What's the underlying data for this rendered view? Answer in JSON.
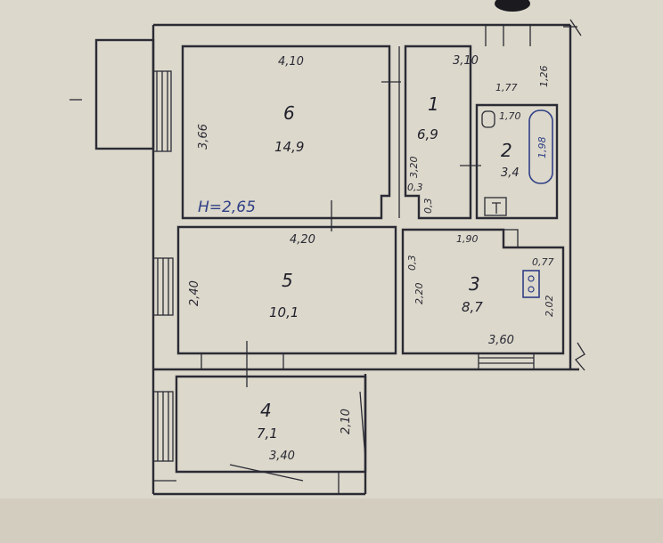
{
  "plan": {
    "ceiling_height": "H=2,65",
    "rooms": [
      {
        "id": "6",
        "number": "6",
        "area": "14,9",
        "width": "4,10",
        "height": "3,66"
      },
      {
        "id": "5",
        "number": "5",
        "area": "10,1",
        "width": "4,20",
        "height": "2,40"
      },
      {
        "id": "4",
        "number": "4",
        "area": "7,1",
        "width": "3,40",
        "height": "2,10"
      },
      {
        "id": "1",
        "number": "1",
        "area": "6,9",
        "width": "3,10",
        "height": "3,20"
      },
      {
        "id": "2",
        "number": "2",
        "area": "3,4",
        "width": "1,70",
        "height": "1,98"
      },
      {
        "id": "3",
        "number": "3",
        "area": "8,7",
        "width": "3,60",
        "height": "2,20"
      }
    ],
    "extra_dims": {
      "right_top": "1,26",
      "corridor_width": "1,77",
      "kitchen_inner": "1,90",
      "kitchen_right": "2,02",
      "small_a": "0,3",
      "small_b": "0,3",
      "small_c": "0,3",
      "small_d": "0,77"
    }
  }
}
